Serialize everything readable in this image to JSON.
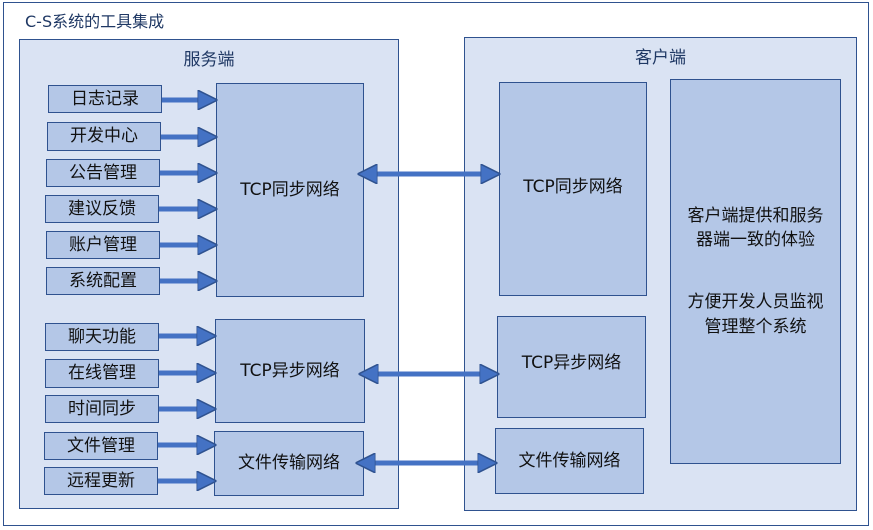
{
  "title": "C-S系统的工具集成",
  "server": {
    "title": "服务端",
    "modules": [
      {
        "label": "日志记录",
        "target": "tcp_sync"
      },
      {
        "label": "开发中心",
        "target": "tcp_sync"
      },
      {
        "label": "公告管理",
        "target": "tcp_sync"
      },
      {
        "label": "建议反馈",
        "target": "tcp_sync"
      },
      {
        "label": "账户管理",
        "target": "tcp_sync"
      },
      {
        "label": "系统配置",
        "target": "tcp_sync"
      },
      {
        "label": "聊天功能",
        "target": "tcp_async"
      },
      {
        "label": "在线管理",
        "target": "tcp_async"
      },
      {
        "label": "时间同步",
        "target": "tcp_async"
      },
      {
        "label": "文件管理",
        "target": "file_transfer"
      },
      {
        "label": "远程更新",
        "target": "file_transfer"
      }
    ],
    "networks": {
      "tcp_sync": "TCP同步网络",
      "tcp_async": "TCP异步网络",
      "file_transfer": "文件传输网络"
    }
  },
  "client": {
    "title": "客户端",
    "networks": {
      "tcp_sync": "TCP同步网络",
      "tcp_async": "TCP异步网络",
      "file_transfer": "文件传输网络"
    },
    "description": [
      "客户端提供和服务器端一致的体验",
      "方便开发人员监视管理整个系统"
    ]
  },
  "colors": {
    "border": "#2f528f",
    "panel_fill": "#dae3f3",
    "box_fill": "#b4c7e7",
    "arrow": "#4472c4"
  }
}
